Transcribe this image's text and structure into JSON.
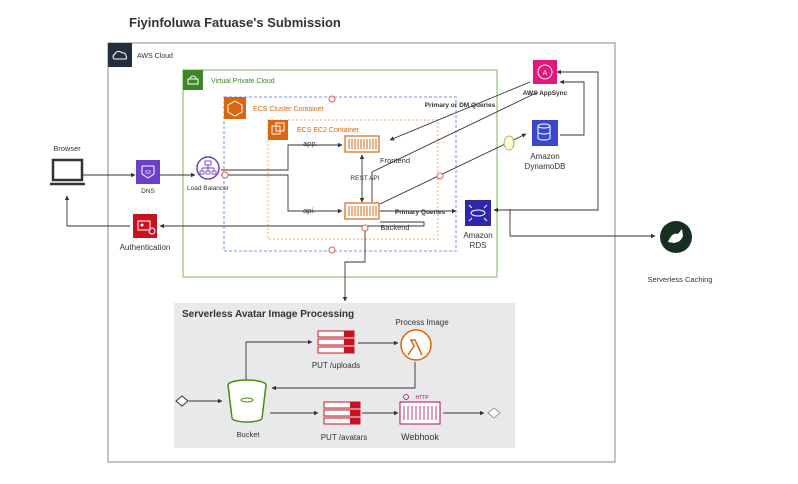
{
  "title": "Fiyinfoluwa Fatuase's Submission",
  "containers": {
    "aws_cloud": "AWS Cloud",
    "vpc": "Virtual Private Cloud",
    "ecs_cluster": "ECS Cluster Container",
    "ecs_ec2": "ECS EC2 Container",
    "serverless_processing": "Serverless Avatar Image Processing"
  },
  "nodes": {
    "browser": "Browser",
    "dns": "DNS",
    "load_balancer": "Load Balancer",
    "authentication": "Authentication",
    "frontend": "Frontend",
    "backend": "Backend",
    "app_port": "app.",
    "api_port": "api.",
    "appsync": "AWS AppSync",
    "dynamodb_line1": "Amazon",
    "dynamodb_line2": "DynamoDB",
    "rds_line1": "Amazon",
    "rds_line2": "RDS",
    "serverless_caching": "Serverless Caching",
    "process_image": "Process Image",
    "put_uploads": "PUT /uploads",
    "bucket": "Bucket",
    "put_avatars": "PUT /avatars",
    "webhook": "Webhook",
    "http_badge": "HTTP"
  },
  "edge_labels": {
    "primary_or_dm": "Primary or DM Queries",
    "rest_api": "REST API",
    "primary_queries": "Primary Queries"
  },
  "colors": {
    "aws_border": "#232f3e",
    "vpc_green": "#3f8624",
    "ecs_orange": "#d86613",
    "cluster_blue": "#8fa8ff",
    "appsync_pink": "#e7157b",
    "db_blue": "#3b48cc",
    "rds_blue": "#2e27ad",
    "red_icon": "#c7131f",
    "lambda_orange": "#e36209",
    "bucket_green": "#4d8b10",
    "panel_gray": "#e9e9ec",
    "connector_red": "#e05a5a"
  }
}
